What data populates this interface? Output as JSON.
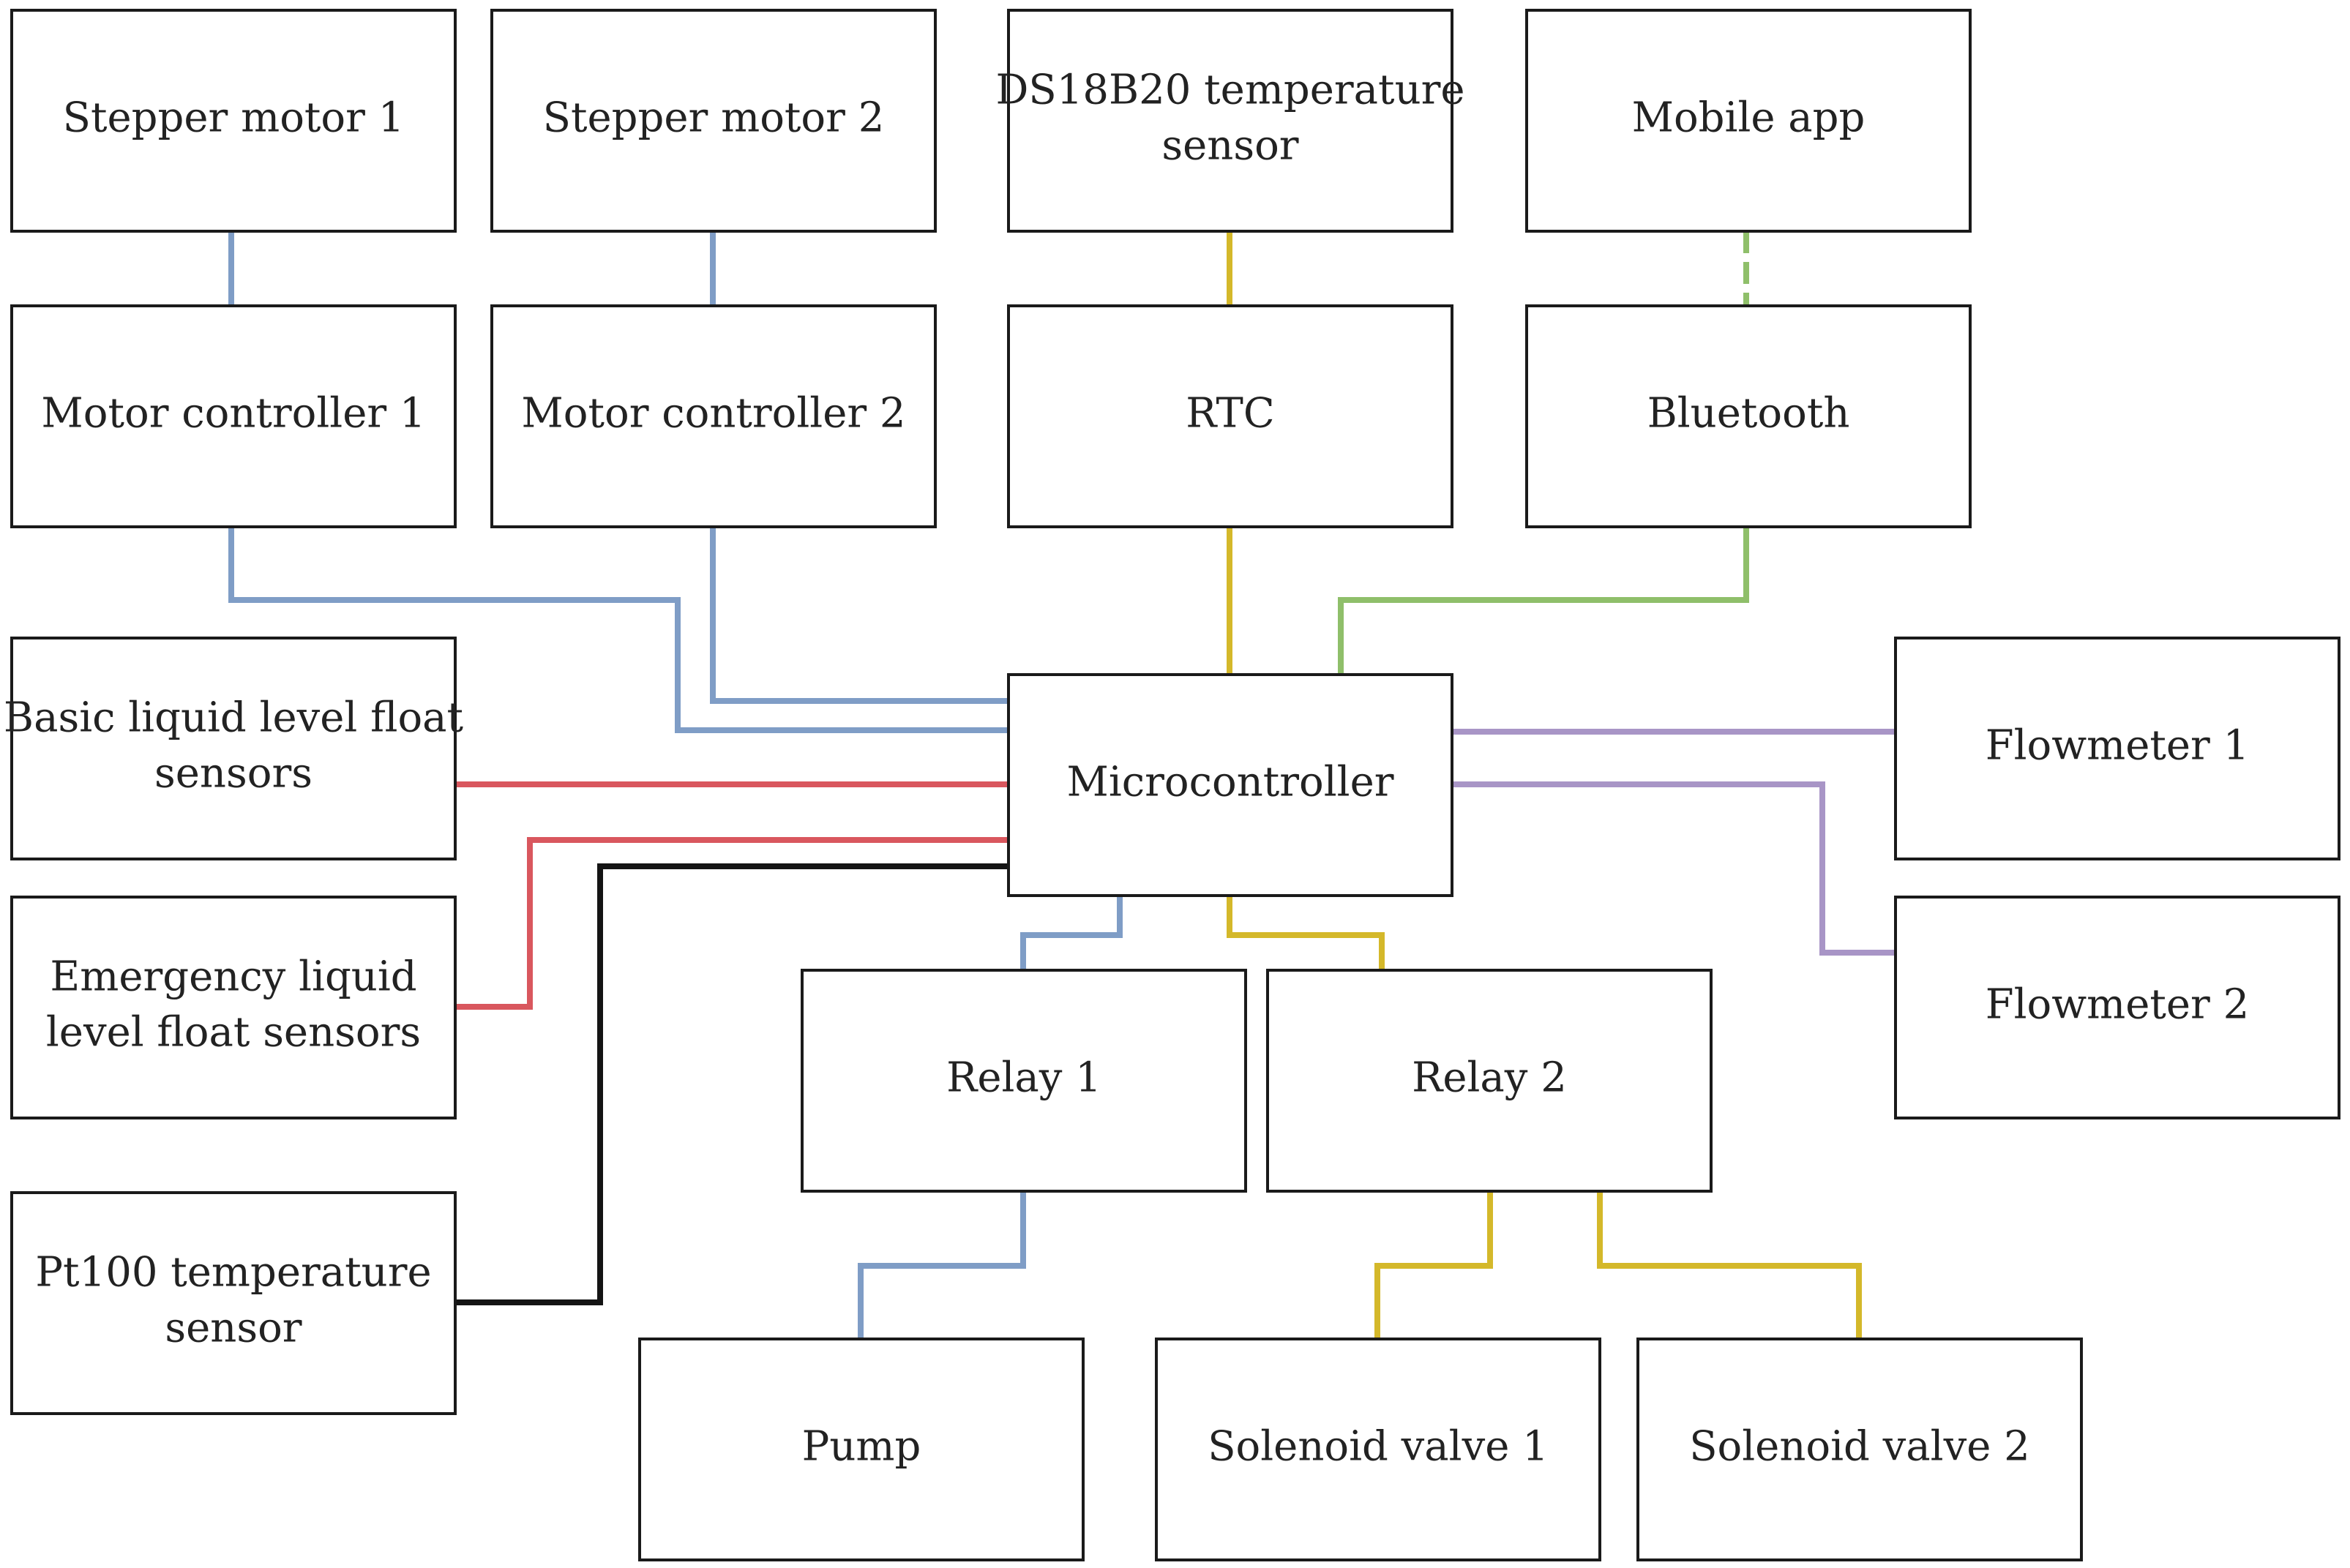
{
  "colors": {
    "motor": "#7f9dc6",
    "rtc": "#d4b82a",
    "bluetooth": "#8fbf6a",
    "float": "#d9575e",
    "pt100": "#141414",
    "flow": "#a895c6",
    "relay1": "#7f9dc6",
    "relay2": "#d4b82a",
    "box_border": "#1a1a1a",
    "text": "#222222"
  },
  "nodes": {
    "stepper1": {
      "lines": [
        "Stepper motor 1"
      ]
    },
    "stepper2": {
      "lines": [
        "Stepper motor 2"
      ]
    },
    "ds18b20": {
      "lines": [
        "DS18B20 temperature",
        "sensor"
      ]
    },
    "mobile": {
      "lines": [
        "Mobile app"
      ]
    },
    "mc1": {
      "lines": [
        "Motor controller 1"
      ]
    },
    "mc2": {
      "lines": [
        "Motor controller 2"
      ]
    },
    "rtc": {
      "lines": [
        "RTC"
      ]
    },
    "bluetooth": {
      "lines": [
        "Bluetooth"
      ]
    },
    "basicfloat": {
      "lines": [
        "Basic liquid level float",
        "sensors"
      ]
    },
    "micro": {
      "lines": [
        "Microcontroller"
      ]
    },
    "flow1": {
      "lines": [
        "Flowmeter 1"
      ]
    },
    "emergfloat": {
      "lines": [
        "Emergency liquid",
        "level float sensors"
      ]
    },
    "relay1": {
      "lines": [
        "Relay 1"
      ]
    },
    "relay2": {
      "lines": [
        "Relay 2"
      ]
    },
    "flow2": {
      "lines": [
        "Flowmeter 2"
      ]
    },
    "pt100": {
      "lines": [
        "Pt100 temperature",
        "sensor"
      ]
    },
    "pump": {
      "lines": [
        "Pump"
      ]
    },
    "sol1": {
      "lines": [
        "Solenoid valve 1"
      ]
    },
    "sol2": {
      "lines": [
        "Solenoid valve 2"
      ]
    }
  },
  "connections": [
    {
      "from": "stepper1",
      "to": "mc1",
      "color": "motor"
    },
    {
      "from": "stepper2",
      "to": "mc2",
      "color": "motor"
    },
    {
      "from": "ds18b20",
      "to": "rtc",
      "color": "rtc"
    },
    {
      "from": "mobile",
      "to": "bluetooth",
      "color": "bluetooth",
      "style": "dashed"
    },
    {
      "from": "mc1",
      "to": "micro",
      "color": "motor"
    },
    {
      "from": "mc2",
      "to": "micro",
      "color": "motor"
    },
    {
      "from": "rtc",
      "to": "micro",
      "color": "rtc"
    },
    {
      "from": "bluetooth",
      "to": "micro",
      "color": "bluetooth"
    },
    {
      "from": "basicfloat",
      "to": "micro",
      "color": "float"
    },
    {
      "from": "emergfloat",
      "to": "micro",
      "color": "float"
    },
    {
      "from": "pt100",
      "to": "micro",
      "color": "pt100"
    },
    {
      "from": "micro",
      "to": "flow1",
      "color": "flow"
    },
    {
      "from": "micro",
      "to": "flow2",
      "color": "flow"
    },
    {
      "from": "micro",
      "to": "relay1",
      "color": "relay1"
    },
    {
      "from": "micro",
      "to": "relay2",
      "color": "relay2"
    },
    {
      "from": "relay1",
      "to": "pump",
      "color": "relay1"
    },
    {
      "from": "relay2",
      "to": "sol1",
      "color": "relay2"
    },
    {
      "from": "relay2",
      "to": "sol2",
      "color": "relay2"
    }
  ]
}
